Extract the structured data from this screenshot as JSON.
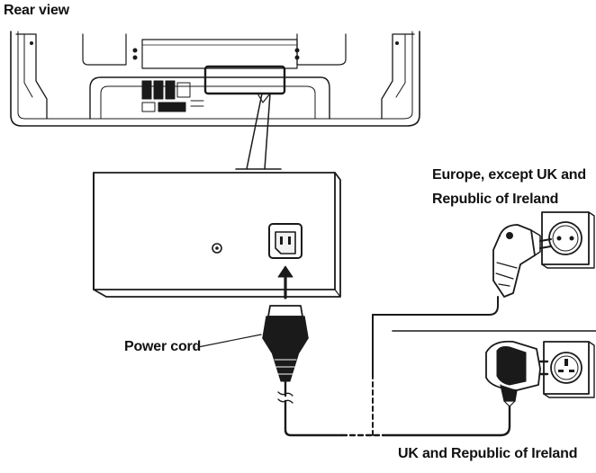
{
  "labels": {
    "rear_view": "Rear view",
    "europe_line1": "Europe, except UK and",
    "europe_line2": "Republic of Ireland",
    "power_cord": "Power cord",
    "uk_ireland": "UK and Republic of Ireland"
  },
  "colors": {
    "line": "#1a1a1a",
    "background": "#ffffff",
    "panel_fill": "#ffffff",
    "socket_fill": "#f2f2f2"
  }
}
